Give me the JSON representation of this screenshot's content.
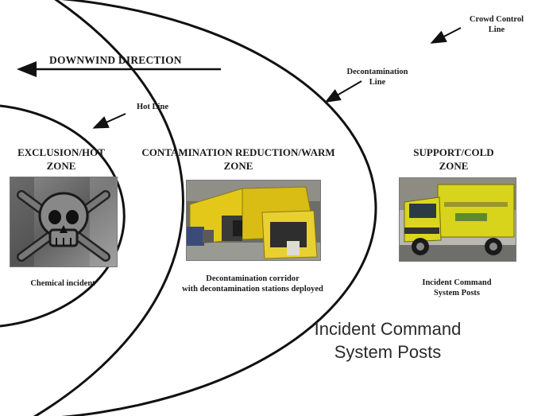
{
  "direction": {
    "label": "DOWNWIND DIRECTION"
  },
  "lines": {
    "hot": "Hot Line",
    "decon_1": "Decontamination",
    "decon_2": "Line",
    "crowd_1": "Crowd Control",
    "crowd_2": "Line"
  },
  "zones": {
    "exclusion": {
      "title_1": "EXCLUSION/HOT",
      "title_2": "ZONE",
      "caption": "Chemical incident",
      "image_icon": "skull-and-crossbones-icon"
    },
    "contamination": {
      "title_1": "CONTAMINATION REDUCTION/WARM",
      "title_2": "ZONE",
      "caption_1": "Decontamination corridor",
      "caption_2": "with decontamination stations deployed",
      "image_icon": "decontamination-tent-icon"
    },
    "support": {
      "title_1": "SUPPORT/COLD",
      "title_2": "ZONE",
      "caption_1": "Incident Command",
      "caption_2": "System Posts",
      "image_icon": "command-truck-icon"
    }
  },
  "big_label": {
    "line1": "Incident Command",
    "line2": "System Posts"
  },
  "colors": {
    "line": "#111111",
    "tent": "#e3c81a",
    "truck": "#d8d41c"
  }
}
